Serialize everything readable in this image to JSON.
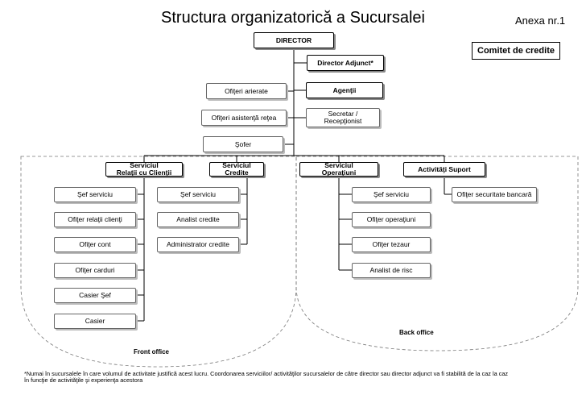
{
  "title": "Structura organizatorică a Sucursalei",
  "annex": "Anexa nr.1",
  "committee": "Comitet de credite",
  "director": "DIRECTOR",
  "deputy": "Director Adjunct*",
  "staff_left": {
    "arrears": "Ofiţeri arierate",
    "network": "Ofiţeri asistenţă reţea",
    "driver": "Şofer"
  },
  "staff_right": {
    "agents": "Agenţii",
    "secretary": "Secretar /\nRecepţionist"
  },
  "departments": {
    "clients": "Serviciul\nRelaţii cu Clienţii",
    "credits": "Serviciul\nCredite",
    "operations": "Serviciul\nOperaţiuni",
    "support": "Activităţi Suport"
  },
  "clients_roles": [
    "Şef serviciu",
    "Ofiţer relaţii clienţi",
    "Ofiţer cont",
    "Ofiţer carduri",
    "Casier Şef",
    "Casier"
  ],
  "credits_roles": [
    "Şef serviciu",
    "Analist credite",
    "Administrator credite"
  ],
  "operations_roles": [
    "Şef serviciu",
    "Ofiţer operaţiuni",
    "Ofiţer tezaur",
    "Analist de risc"
  ],
  "support_roles": [
    "Ofiţer securitate bancară"
  ],
  "areas": {
    "front": "Front office",
    "back": "Back office"
  },
  "footnote": "*Numai în sucursalele în care volumul de activitate justifică acest lucru. Coordonarea serviciilor/ activităţilor sucursalelor de către director sau director adjunct va fi stabilită de la caz la caz\nîn funcţie de   activităţile şi experienţa acestora"
}
